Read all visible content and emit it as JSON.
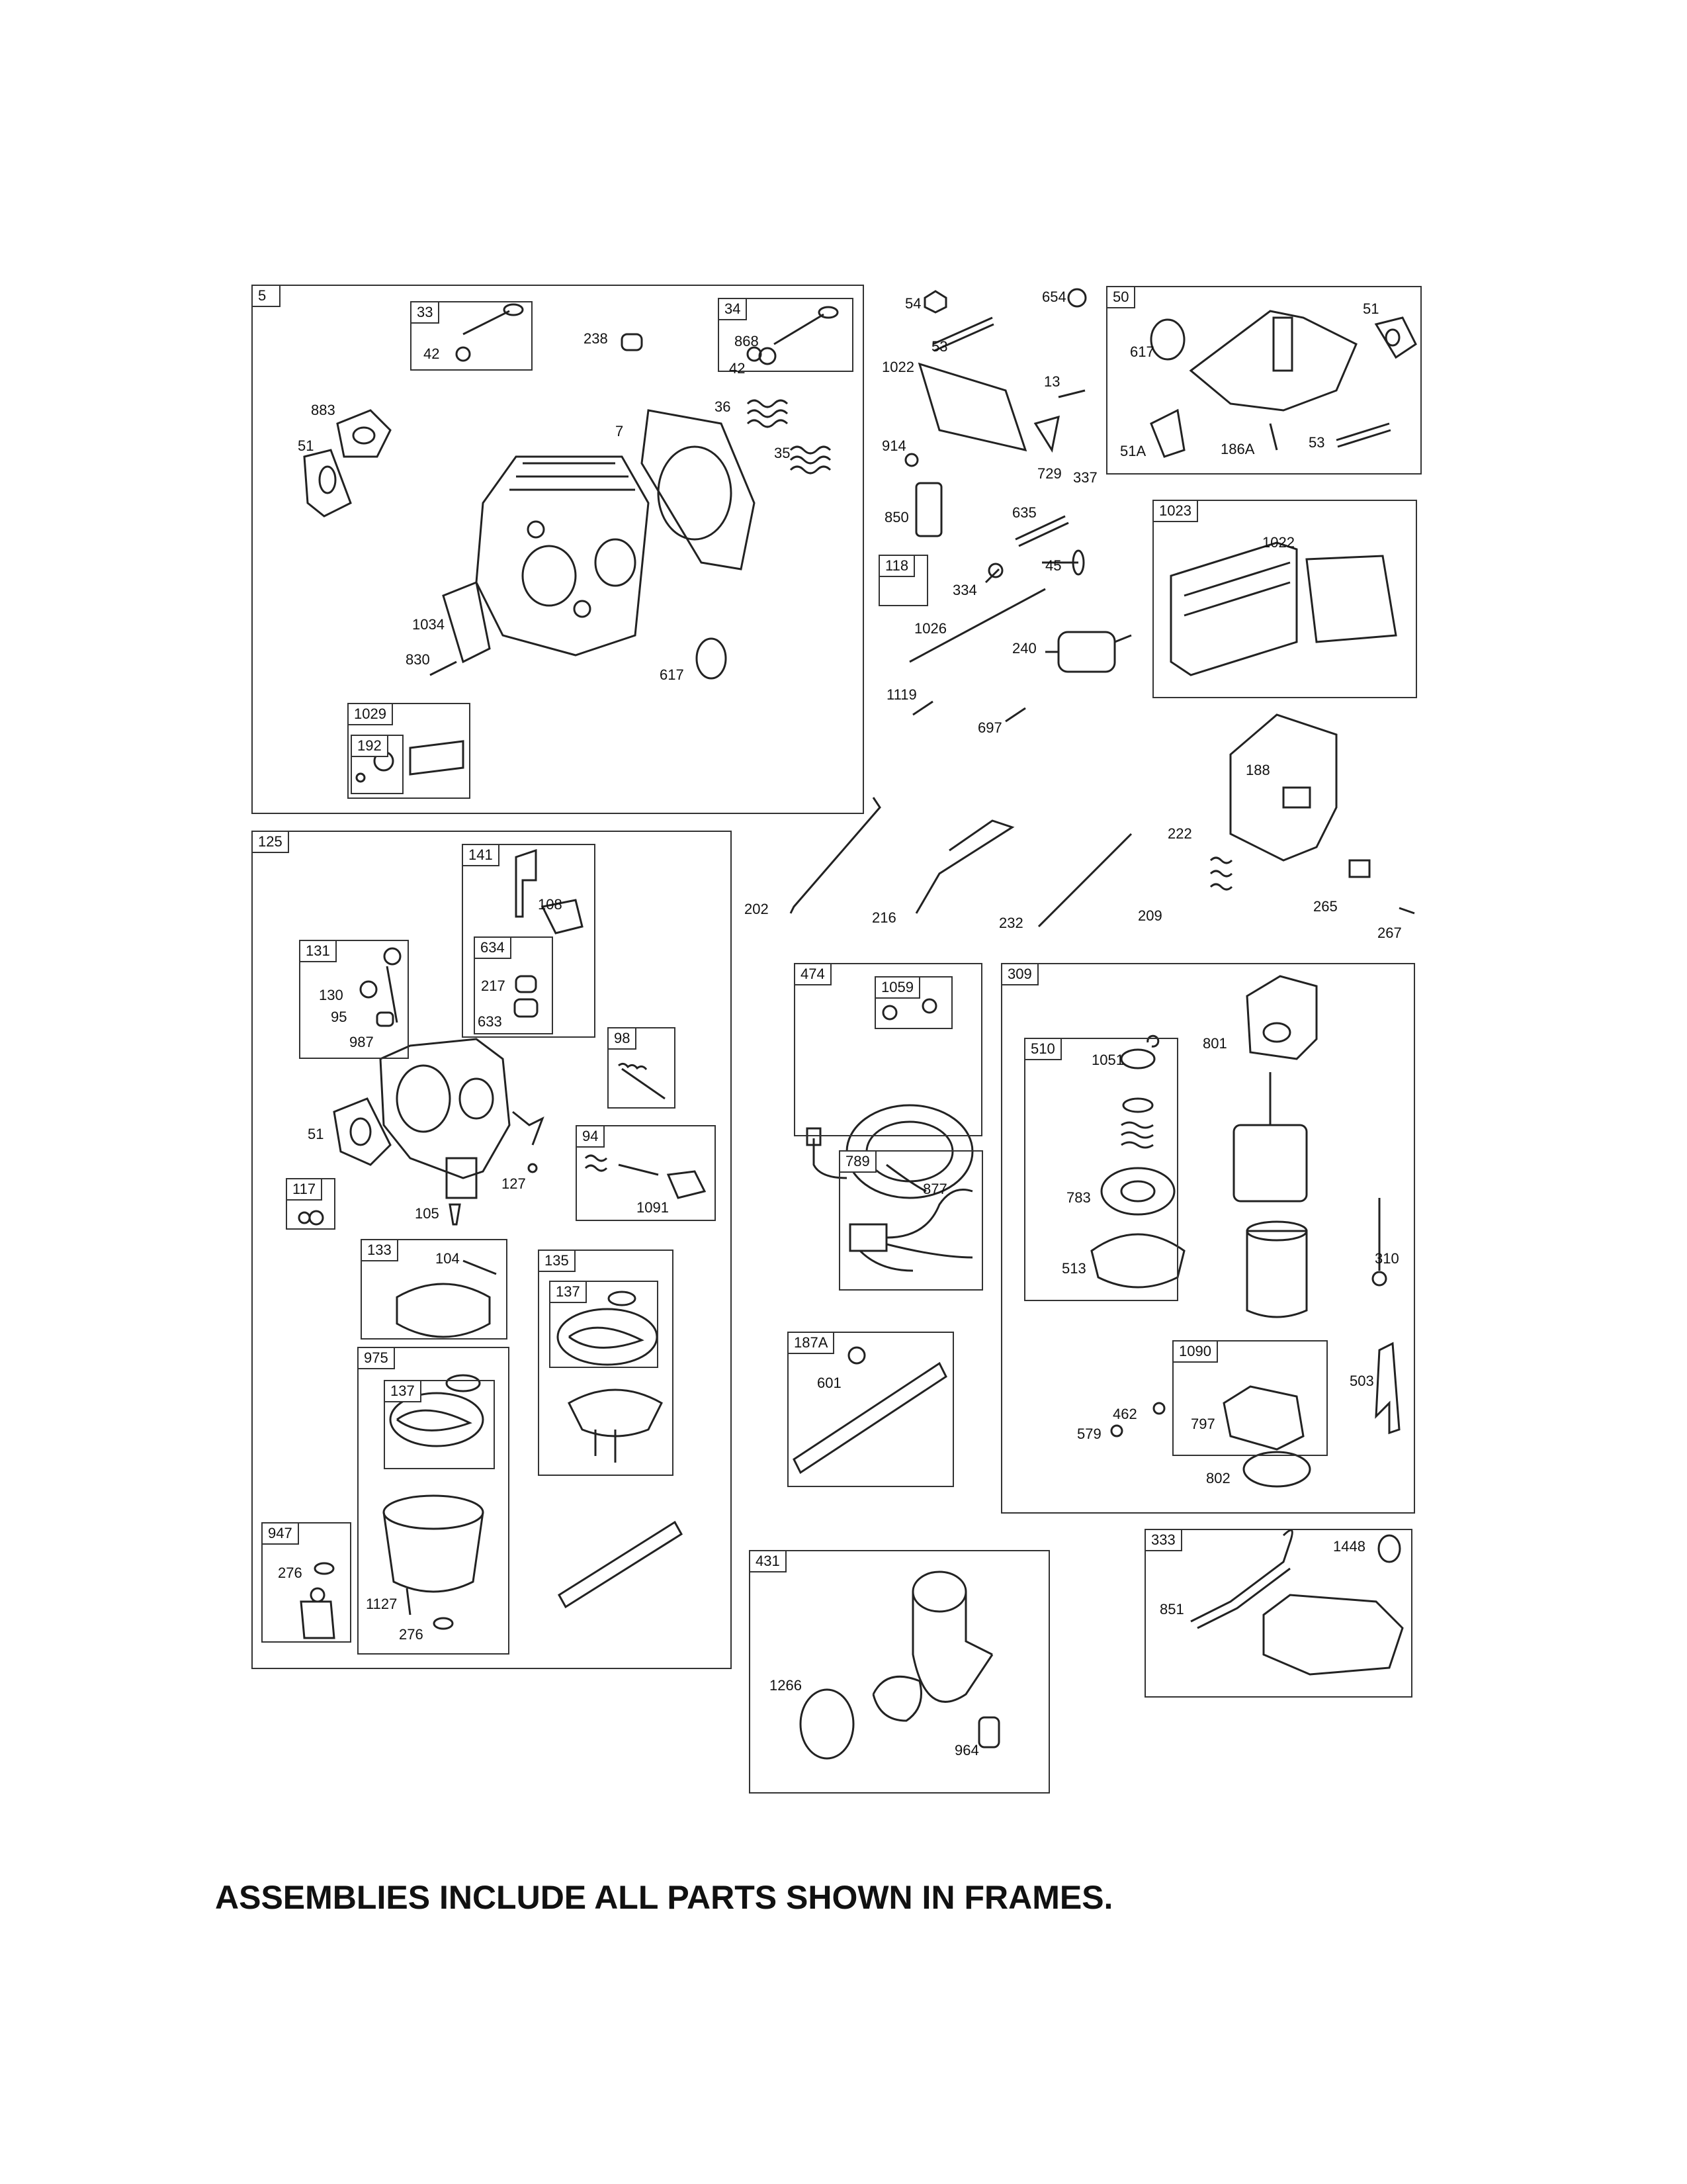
{
  "frames": {
    "f5": "5",
    "f33": "33",
    "f34": "34",
    "f1029": "1029",
    "f192": "192",
    "f50": "50",
    "f1023": "1023",
    "f118": "118",
    "f125": "125",
    "f141": "141",
    "f634": "634",
    "f131": "131",
    "f98": "98",
    "f94": "94",
    "f117": "117",
    "f133": "133",
    "f135": "135",
    "f137a": "137",
    "f975": "975",
    "f137b": "137",
    "f947": "947",
    "f474": "474",
    "f1059": "1059",
    "f789": "789",
    "f187A": "187A",
    "f431": "431",
    "f309": "309",
    "f510": "510",
    "f1090": "1090",
    "f333": "333"
  },
  "labels": {
    "l42a": "42",
    "l238": "238",
    "l868": "868",
    "l42b": "42",
    "l883": "883",
    "l51a": "51",
    "l7": "7",
    "l36": "36",
    "l35": "35",
    "l1034": "1034",
    "l830": "830",
    "l617a": "617",
    "l54": "54",
    "l654": "654",
    "l53a": "53",
    "l1022a": "1022",
    "l13": "13",
    "l914": "914",
    "l729": "729",
    "l337": "337",
    "l850": "850",
    "l635": "635",
    "l334": "334",
    "l45": "45",
    "l1026": "1026",
    "l240": "240",
    "l1119": "1119",
    "l697": "697",
    "l51b": "51",
    "l617b": "617",
    "l51A": "51A",
    "l186A": "186A",
    "l53b": "53",
    "l1022b": "1022",
    "l188": "188",
    "l222": "222",
    "l209": "209",
    "l265": "265",
    "l267": "267",
    "l202": "202",
    "l216": "216",
    "l232": "232",
    "l108": "108",
    "l217": "217",
    "l633": "633",
    "l130": "130",
    "l95": "95",
    "l987": "987",
    "l51c": "51",
    "l127": "127",
    "l105": "105",
    "l1091": "1091",
    "l104": "104",
    "l276a": "276",
    "l1127": "1127",
    "l276b": "276",
    "l877": "877",
    "l601": "601",
    "l1266": "1266",
    "l964": "964",
    "l801": "801",
    "l1051": "1051",
    "l783": "783",
    "l513": "513",
    "l310": "310",
    "l462": "462",
    "l579": "579",
    "l797": "797",
    "l503": "503",
    "l802": "802",
    "l1448": "1448",
    "l851": "851"
  },
  "footer_text": "ASSEMBLIES INCLUDE ALL PARTS SHOWN IN FRAMES.",
  "icons": [
    "valve",
    "spring",
    "gasket",
    "cylinder-head",
    "carburetor",
    "starter-motor",
    "ignition-coil",
    "stator",
    "air-filter-elbow",
    "valve-cover"
  ]
}
